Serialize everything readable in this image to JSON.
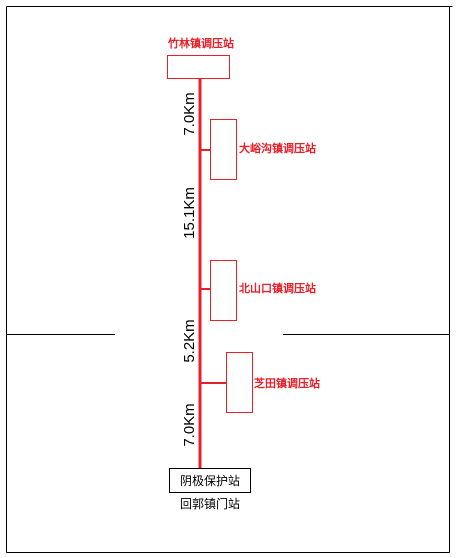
{
  "stations": {
    "top_label": "竹林镇调压站",
    "s1_label": "大峪沟镇调压站",
    "s2_label": "北山口镇调压站",
    "s3_label": "芝田镇调压站",
    "bottom_box_label": "阴极保护站",
    "bottom_label": "回郭镇门站"
  },
  "distances": {
    "d1": "7.0Km",
    "d2": "15.1Km",
    "d3": "5.2Km",
    "d4": "7.0Km"
  },
  "colors": {
    "pipeline": "#e8202a",
    "station_box": "#e8202a",
    "frame": "#000000"
  }
}
